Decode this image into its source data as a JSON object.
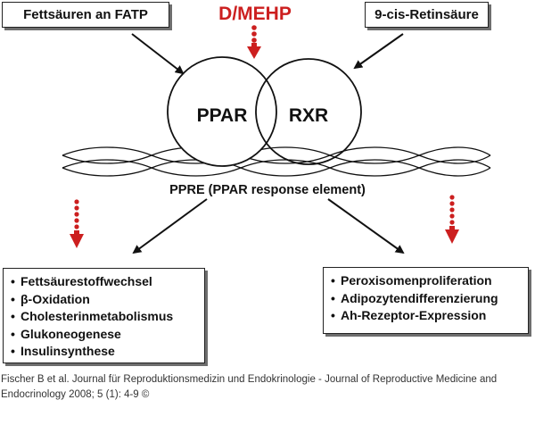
{
  "top": {
    "left_box": "Fettsäuren an FATP",
    "center_label": "D/MEHP",
    "right_box": "9-cis-Retinsäure"
  },
  "receptors": {
    "left": "PPAR",
    "right": "RXR"
  },
  "dna_label": "PPRE (PPAR response element)",
  "left_effects": [
    "Fettsäurestoffwechsel",
    "β-Oxidation",
    "Cholesterinmetabolismus",
    "Glukoneogenese",
    "Insulinsynthese"
  ],
  "right_effects": [
    "Peroxisomenproliferation",
    "Adipozytendifferenzierung",
    "Ah-Rezeptor-Expression"
  ],
  "colors": {
    "accent": "#cc1f1f",
    "line": "#111111",
    "shadow": "#6e6e6e"
  },
  "footer": {
    "line1": "Fischer B et al. Journal für Reproduktionsmedizin und Endokrinologie - Journal of Reproductive Medicine and",
    "line2": "Endocrinology 2008; 5 (1): 4-9 ©"
  }
}
